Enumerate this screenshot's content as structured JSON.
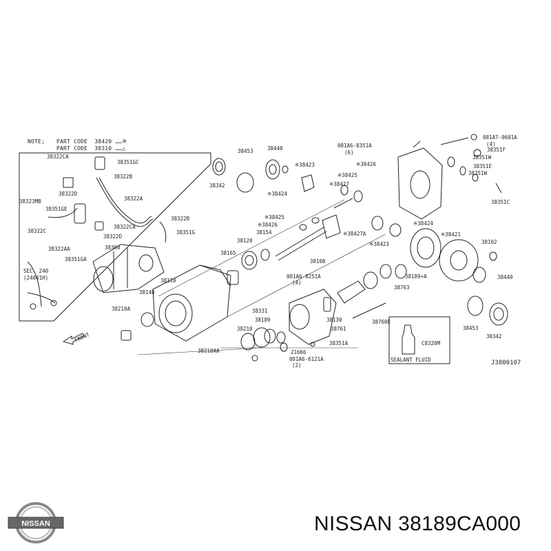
{
  "note": {
    "prefix": "NOTE;",
    "line1_label": "PART CODE",
    "line1_code": "38420",
    "line1_symbol": "……※",
    "line2_label": "PART CODE",
    "line2_code": "38310",
    "line2_symbol": "……△"
  },
  "labels": [
    {
      "id": "l38322CA",
      "text": "38322CA"
    },
    {
      "id": "l38351GC",
      "text": "38351GC"
    },
    {
      "id": "l38322B",
      "text": "38322B"
    },
    {
      "id": "l38322D",
      "text": "38322D"
    },
    {
      "id": "l38322A",
      "text": "38322A"
    },
    {
      "id": "l38323MB",
      "text": "38323MB"
    },
    {
      "id": "l38351GE",
      "text": "38351GE"
    },
    {
      "id": "l38322C",
      "text": "38322C"
    },
    {
      "id": "l38322AA",
      "text": "38322AA"
    },
    {
      "id": "l38322B2",
      "text": "38322B"
    },
    {
      "id": "l38322CA2",
      "text": "38322CA"
    },
    {
      "id": "l38351G",
      "text": "38351G"
    },
    {
      "id": "l38322D2",
      "text": "38322D"
    },
    {
      "id": "l38300",
      "text": "38300"
    },
    {
      "id": "l38351GA",
      "text": "38351GA"
    },
    {
      "id": "lsec240",
      "text": "SEC. 240"
    },
    {
      "id": "lsec240b",
      "text": "(24041H)"
    },
    {
      "id": "l38342a",
      "text": "38342"
    },
    {
      "id": "l38453a",
      "text": "38453"
    },
    {
      "id": "l38440a",
      "text": "38440"
    },
    {
      "id": "l38423a",
      "text": "※38423"
    },
    {
      "id": "l38424a",
      "text": "※38424"
    },
    {
      "id": "l081A68351A",
      "text": "081A6-8351A"
    },
    {
      "id": "l081A68351Aq",
      "text": "(6)"
    },
    {
      "id": "l38426a",
      "text": "※38426"
    },
    {
      "id": "l38425a",
      "text": "※38425"
    },
    {
      "id": "l38427a",
      "text": "※38427"
    },
    {
      "id": "l081A70601A",
      "text": "081A7-0601A"
    },
    {
      "id": "l081A70601Aq",
      "text": "(4)"
    },
    {
      "id": "l38351F",
      "text": "38351F"
    },
    {
      "id": "l38351W",
      "text": "38351W"
    },
    {
      "id": "l38351E",
      "text": "38351E"
    },
    {
      "id": "l38351W2",
      "text": "38351W"
    },
    {
      "id": "l38351C",
      "text": "38351C"
    },
    {
      "id": "l38425b",
      "text": "※38425"
    },
    {
      "id": "l38426b",
      "text": "※38426"
    },
    {
      "id": "l38154",
      "text": "38154"
    },
    {
      "id": "l38427A",
      "text": "※38427A"
    },
    {
      "id": "l38424b",
      "text": "※38424"
    },
    {
      "id": "l38421",
      "text": "※38421"
    },
    {
      "id": "l38423b",
      "text": "※38423"
    },
    {
      "id": "l38120",
      "text": "38120"
    },
    {
      "id": "l38165",
      "text": "38165"
    },
    {
      "id": "l38100",
      "text": "38100"
    },
    {
      "id": "l38102",
      "text": "38102"
    },
    {
      "id": "l38189A",
      "text": "38189+A"
    },
    {
      "id": "l38440b",
      "text": "38440"
    },
    {
      "id": "l081A68251A",
      "text": "081A6-8251A"
    },
    {
      "id": "l081A68251Aq",
      "text": "(4)"
    },
    {
      "id": "l38763",
      "text": "38763"
    },
    {
      "id": "l38310",
      "text": "38310"
    },
    {
      "id": "l38140",
      "text": "38140"
    },
    {
      "id": "l38210A",
      "text": "38210A"
    },
    {
      "id": "l38331",
      "text": "38331"
    },
    {
      "id": "l38189",
      "text": "38189"
    },
    {
      "id": "l38130",
      "text": "38130"
    },
    {
      "id": "l38761",
      "text": "38761"
    },
    {
      "id": "l38760E",
      "text": "38760E"
    },
    {
      "id": "l38453b",
      "text": "38453"
    },
    {
      "id": "l38342b",
      "text": "38342"
    },
    {
      "id": "l38210",
      "text": "38210"
    },
    {
      "id": "l38351A",
      "text": "38351A"
    },
    {
      "id": "l21666",
      "text": "21666"
    },
    {
      "id": "l38210AA",
      "text": "38210AA"
    },
    {
      "id": "l081A66121A",
      "text": "081A6-6121A"
    },
    {
      "id": "l081A66121Aq",
      "text": "(2)"
    },
    {
      "id": "lC8320M",
      "text": "C8320M"
    },
    {
      "id": "lsealant",
      "text": "SEALANT FLUID"
    },
    {
      "id": "lfront",
      "text": "FRONT"
    }
  ],
  "diagram_code": "J3800107",
  "footer": {
    "brand": "NISSAN",
    "part_number": "NISSAN 38189CA000"
  },
  "colors": {
    "line": "#222222",
    "background": "#ffffff"
  }
}
